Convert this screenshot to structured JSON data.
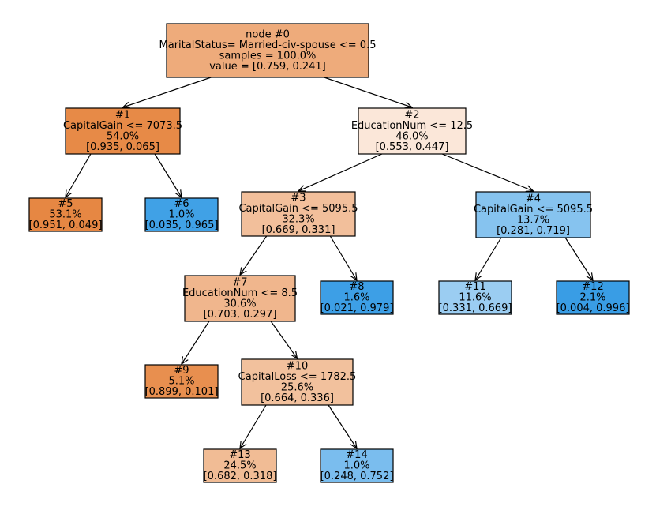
{
  "tree": {
    "nodes": [
      {
        "id": 0,
        "lines": [
          "node #0",
          "MaritalStatus= Married-civ-spouse <= 0.5",
          "samples = 100.0%",
          "value = [0.759, 0.241]"
        ],
        "fill": "#eeab7b"
      },
      {
        "id": 1,
        "lines": [
          "#1",
          "CapitalGain <= 7073.5",
          "54.0%",
          "[0.935, 0.065]"
        ],
        "fill": "#e78a47"
      },
      {
        "id": 2,
        "lines": [
          "#2",
          "EducationNum <= 12.5",
          "46.0%",
          "[0.553, 0.447]"
        ],
        "fill": "#fbe7d9"
      },
      {
        "id": 3,
        "lines": [
          "#3",
          "CapitalGain <= 5095.5",
          "32.3%",
          "[0.669, 0.331]"
        ],
        "fill": "#f2bf9b"
      },
      {
        "id": 4,
        "lines": [
          "#4",
          "CapitalGain <= 5095.5",
          "13.7%",
          "[0.281, 0.719]"
        ],
        "fill": "#86c3ef"
      },
      {
        "id": 5,
        "lines": [
          "#5",
          "53.1%",
          "[0.951, 0.049]"
        ],
        "fill": "#e68743"
      },
      {
        "id": 6,
        "lines": [
          "#6",
          "1.0%",
          "[0.035, 0.965]"
        ],
        "fill": "#40a1e6"
      },
      {
        "id": 7,
        "lines": [
          "#7",
          "EducationNum <= 8.5",
          "30.6%",
          "[0.703, 0.297]"
        ],
        "fill": "#f0b68d"
      },
      {
        "id": 8,
        "lines": [
          "#8",
          "1.6%",
          "[0.021, 0.979]"
        ],
        "fill": "#3d9fe6"
      },
      {
        "id": 9,
        "lines": [
          "#9",
          "5.1%",
          "[0.899, 0.101]"
        ],
        "fill": "#e88f4f"
      },
      {
        "id": 10,
        "lines": [
          "#10",
          "CapitalLoss <= 1782.5",
          "25.6%",
          "[0.664, 0.336]"
        ],
        "fill": "#f2c19d"
      },
      {
        "id": 11,
        "lines": [
          "#11",
          "11.6%",
          "[0.331, 0.669]"
        ],
        "fill": "#9bcdf2"
      },
      {
        "id": 12,
        "lines": [
          "#12",
          "2.1%",
          "[0.004, 0.996]"
        ],
        "fill": "#399de5"
      },
      {
        "id": 13,
        "lines": [
          "#13",
          "24.5%",
          "[0.682, 0.318]"
        ],
        "fill": "#f1bc95"
      },
      {
        "id": 14,
        "lines": [
          "#14",
          "1.0%",
          "[0.248, 0.752]"
        ],
        "fill": "#7abdee"
      }
    ],
    "edges": [
      [
        0,
        1
      ],
      [
        0,
        2
      ],
      [
        1,
        5
      ],
      [
        1,
        6
      ],
      [
        2,
        3
      ],
      [
        2,
        4
      ],
      [
        3,
        7
      ],
      [
        3,
        8
      ],
      [
        4,
        11
      ],
      [
        4,
        12
      ],
      [
        7,
        9
      ],
      [
        7,
        10
      ],
      [
        10,
        13
      ],
      [
        10,
        14
      ]
    ]
  }
}
